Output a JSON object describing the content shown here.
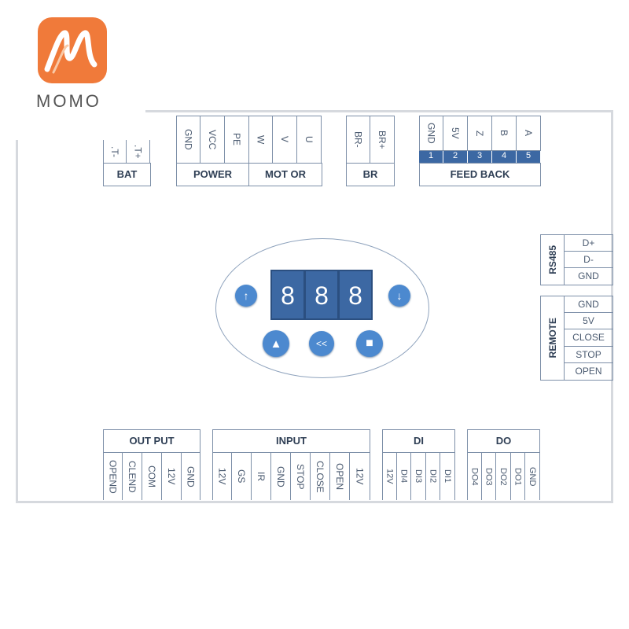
{
  "brand": {
    "name": "MOMO",
    "logo_color": "#f07a3a"
  },
  "connectors": {
    "bat": {
      "label": "BAT",
      "pins": [
        ".T-",
        ".T+"
      ]
    },
    "power": {
      "label": "POWER",
      "pins": [
        "GND",
        "VCC",
        "PE"
      ]
    },
    "motor": {
      "label": "MOT OR",
      "pins": [
        "W",
        "V",
        "U"
      ]
    },
    "br": {
      "label": "BR",
      "pins": [
        "BR-",
        "BR+"
      ]
    },
    "feedback": {
      "label": "FEED BACK",
      "pins": [
        "GND",
        "5V",
        "Z",
        "B",
        "A"
      ],
      "numbers": [
        "1",
        "2",
        "3",
        "4",
        "5"
      ]
    },
    "rs485": {
      "label": "RS485",
      "pins": [
        "D+",
        "D-",
        "GND"
      ]
    },
    "remote": {
      "label": "REMOTE",
      "pins": [
        "GND",
        "5V",
        "CLOSE",
        "STOP",
        "OPEN"
      ]
    },
    "output": {
      "label": "OUT PUT",
      "pins": [
        "OPEND",
        "CLEND",
        "COM",
        "12V",
        "GND"
      ]
    },
    "input": {
      "label": "INPUT",
      "pins": [
        "12V",
        "GS",
        "IR",
        "GND",
        "STOP",
        "CLOSE",
        "OPEN",
        "12V"
      ]
    },
    "di": {
      "label": "DI",
      "pins": [
        "12V",
        "DI4",
        "DI3",
        "DI2",
        "DI1"
      ]
    },
    "do": {
      "label": "DO",
      "pins": [
        "DO4",
        "DO3",
        "DO2",
        "DO1",
        "GND"
      ]
    }
  },
  "display": {
    "digits": [
      "8",
      "8",
      "8"
    ]
  },
  "buttons": {
    "up_arrow": "↑",
    "down_arrow": "↓",
    "triangle": "▲",
    "back": "<<",
    "square": "■"
  },
  "colors": {
    "accent": "#3c68a3",
    "button": "#4c89cf",
    "border": "#7d8fa8"
  }
}
